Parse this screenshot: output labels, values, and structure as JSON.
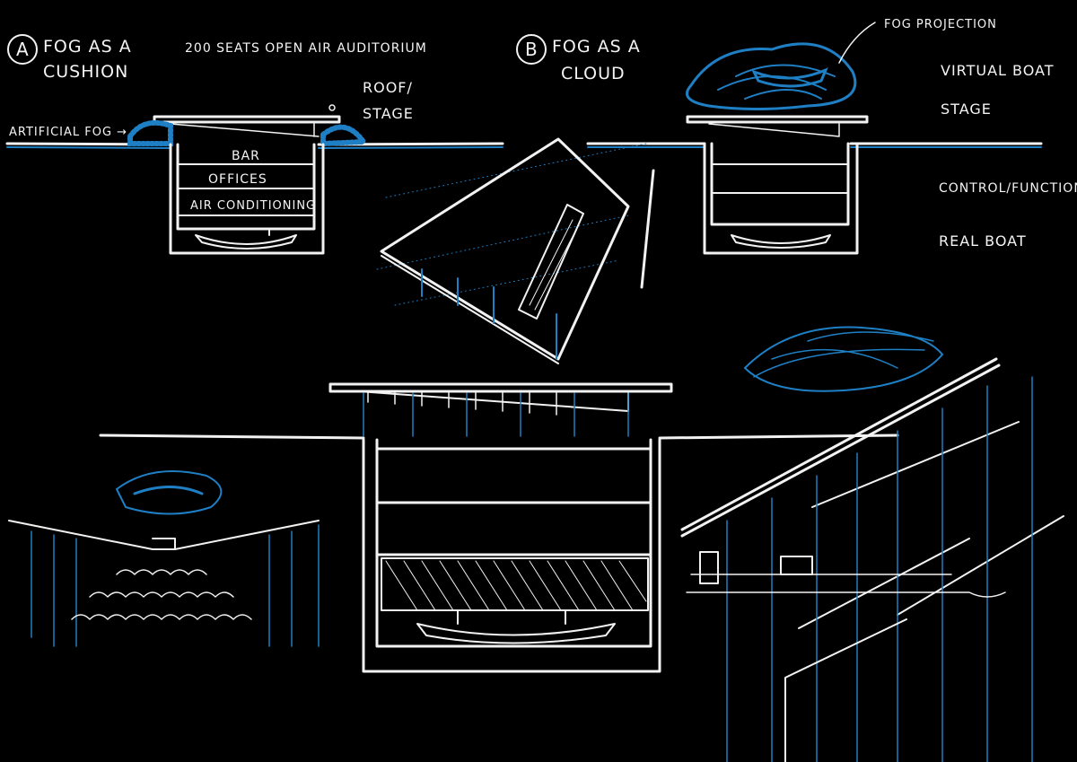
{
  "colors": {
    "background": "#000000",
    "ink": "#f2f2f2",
    "accent_blue": "#1f7fc4"
  },
  "labels": {
    "option_a_marker": "A",
    "option_a_title_line1": "FOG AS A",
    "option_a_title_line2": "CUSHION",
    "auditorium": "200 SEATS OPEN AIR AUDITORIUM",
    "roof_stage_line1": "ROOF/",
    "roof_stage_line2": "STAGE",
    "artificial_fog": "ARTIFICIAL FOG →",
    "bar": "BAR",
    "offices": "OFFICES",
    "air_conditioning": "AIR CONDITIONING",
    "option_b_marker": "B",
    "option_b_title_line1": "FOG AS A",
    "option_b_title_line2": "CLOUD",
    "fog_projection": "FOG PROJECTION",
    "virtual_boat": "VIRTUAL BOAT",
    "stage": "STAGE",
    "control_functions": "CONTROL/FUNCTIONS",
    "real_boat": "REAL BOAT"
  }
}
